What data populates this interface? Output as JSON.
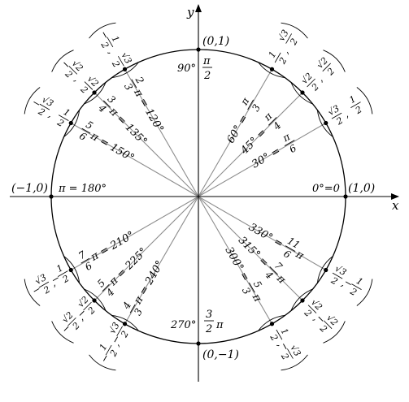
{
  "axes": {
    "x_label": "x",
    "y_label": "y"
  },
  "axis_points": [
    {
      "id": "p0",
      "coord": "(1,0)",
      "angle_text": "0°=0"
    },
    {
      "id": "p90",
      "coord": "(0,1)",
      "angle_text": "90°",
      "rad_num": "π",
      "rad_den": "2"
    },
    {
      "id": "p180",
      "coord": "(−1,0)",
      "angle_text": "π = 180°"
    },
    {
      "id": "p270",
      "coord": "(0,−1)",
      "angle_text": "270°",
      "rad_num": "3",
      "rad_den": "2",
      "rad_suffix": "π"
    }
  ],
  "angles": [
    {
      "id": "a30",
      "deg": 30,
      "deg_text": "30°",
      "rad_num": "π",
      "rad_den": "6",
      "rad_coef": "",
      "x_num": "√3",
      "x_den": "2",
      "y_num": "1",
      "y_den": "2",
      "x_sign": "",
      "y_sign": ""
    },
    {
      "id": "a45",
      "deg": 45,
      "deg_text": "45°",
      "rad_num": "π",
      "rad_den": "4",
      "rad_coef": "",
      "x_num": "√2",
      "x_den": "2",
      "y_num": "√2",
      "y_den": "2",
      "x_sign": "",
      "y_sign": ""
    },
    {
      "id": "a60",
      "deg": 60,
      "deg_text": "60°",
      "rad_num": "π",
      "rad_den": "3",
      "rad_coef": "",
      "x_num": "1",
      "x_den": "2",
      "y_num": "√3",
      "y_den": "2",
      "x_sign": "",
      "y_sign": ""
    },
    {
      "id": "a120",
      "deg": 120,
      "deg_text": "120°",
      "rad_num": "2",
      "rad_den": "3",
      "rad_coef": "π",
      "x_num": "1",
      "x_den": "2",
      "y_num": "√3",
      "y_den": "2",
      "x_sign": "−",
      "y_sign": ""
    },
    {
      "id": "a135",
      "deg": 135,
      "deg_text": "135°",
      "rad_num": "3",
      "rad_den": "4",
      "rad_coef": "π",
      "x_num": "√2",
      "x_den": "2",
      "y_num": "√2",
      "y_den": "2",
      "x_sign": "−",
      "y_sign": ""
    },
    {
      "id": "a150",
      "deg": 150,
      "deg_text": "150°",
      "rad_num": "5",
      "rad_den": "6",
      "rad_coef": "π",
      "x_num": "√3",
      "x_den": "2",
      "y_num": "1",
      "y_den": "2",
      "x_sign": "−",
      "y_sign": ""
    },
    {
      "id": "a210",
      "deg": 210,
      "deg_text": "210°",
      "rad_num": "7",
      "rad_den": "6",
      "rad_coef": "π",
      "x_num": "√3",
      "x_den": "2",
      "y_num": "1",
      "y_den": "2",
      "x_sign": "−",
      "y_sign": "−"
    },
    {
      "id": "a225",
      "deg": 225,
      "deg_text": "225°",
      "rad_num": "5",
      "rad_den": "4",
      "rad_coef": "π",
      "x_num": "√2",
      "x_den": "2",
      "y_num": "√2",
      "y_den": "2",
      "x_sign": "−",
      "y_sign": "−"
    },
    {
      "id": "a240",
      "deg": 240,
      "deg_text": "240°",
      "rad_num": "4",
      "rad_den": "3",
      "rad_coef": "π",
      "x_num": "1",
      "x_den": "2",
      "y_num": "√3",
      "y_den": "2",
      "x_sign": "−",
      "y_sign": "−"
    },
    {
      "id": "a300",
      "deg": 300,
      "deg_text": "300°",
      "rad_num": "5",
      "rad_den": "3",
      "rad_coef": "π",
      "x_num": "1",
      "x_den": "2",
      "y_num": "√3",
      "y_den": "2",
      "x_sign": "",
      "y_sign": "−"
    },
    {
      "id": "a315",
      "deg": 315,
      "deg_text": "315°",
      "rad_num": "7",
      "rad_den": "4",
      "rad_coef": "π",
      "x_num": "√2",
      "x_den": "2",
      "y_num": "√2",
      "y_den": "2",
      "x_sign": "",
      "y_sign": "−"
    },
    {
      "id": "a330",
      "deg": 330,
      "deg_text": "330°",
      "rad_num": "11",
      "rad_den": "6",
      "rad_coef": "π",
      "x_num": "√3",
      "x_den": "2",
      "y_num": "1",
      "y_den": "2",
      "x_sign": "",
      "y_sign": "−"
    }
  ]
}
